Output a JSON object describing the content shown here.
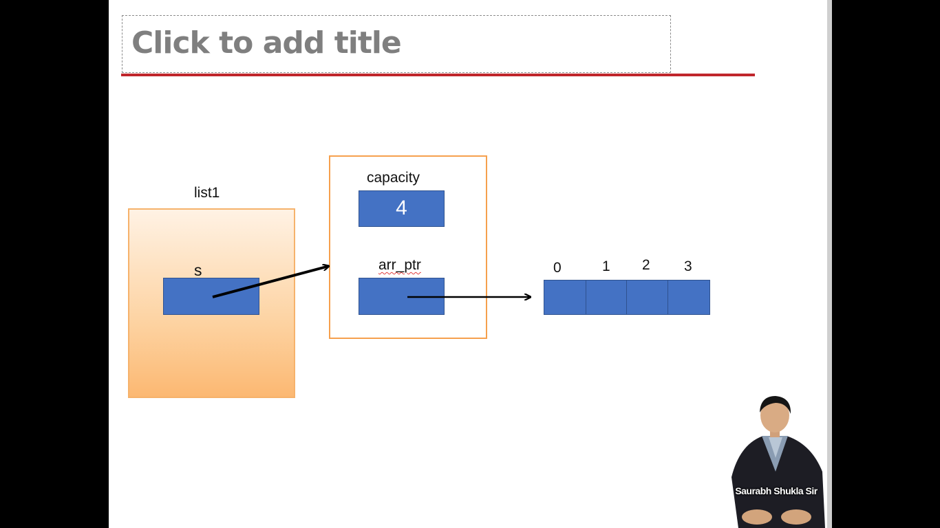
{
  "slide": {
    "title_placeholder": "Click to add title"
  },
  "diagram": {
    "list1": {
      "label": "list1",
      "field_label": "s"
    },
    "struct": {
      "capacity_label": "capacity",
      "capacity_value": "4",
      "arr_ptr_label": "arr_ptr"
    },
    "array": {
      "indices": [
        "0",
        "1",
        "2",
        "3"
      ]
    }
  },
  "presenter": {
    "caption": "Saurabh Shukla Sir"
  },
  "colors": {
    "title_underline": "#c0262c",
    "box_fill": "#4472c4",
    "container_border": "#f6a04d"
  }
}
